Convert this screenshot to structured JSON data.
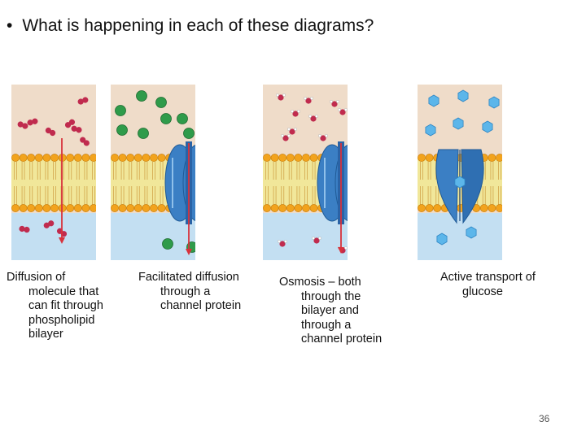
{
  "slide": {
    "bullet": "•",
    "question": "What is happening in each of these diagrams?",
    "page_number": "36"
  },
  "captions": [
    {
      "line1": "Diffusion of",
      "rest": [
        "molecule that",
        "can fit through",
        "phospholipid",
        "bilayer"
      ]
    },
    {
      "line1": "Facilitated diffusion",
      "rest": [
        "through a",
        "channel protein"
      ]
    },
    {
      "line1": "Osmosis – both",
      "rest": [
        "through the",
        "bilayer and",
        "through a",
        "channel protein"
      ]
    },
    {
      "line1": "Active transport of",
      "rest": [
        "glucose"
      ]
    }
  ],
  "colors": {
    "extracellular": "#efdcc9",
    "cytoplasm": "#c3dff2",
    "lipid_head": "#f2a31d",
    "lipid_tail": "#f1e79a",
    "protein": "#3b7fc4",
    "arrow": "#d8323c",
    "small_molecule": "#c02b4e",
    "ion": "#2f9b4a",
    "water": "#c02b4e",
    "glucose": "#5cb6ea"
  },
  "panels": [
    {
      "name": "diffusion-panel",
      "molecule": "small-molecule"
    },
    {
      "name": "facilitated-diffusion-panel",
      "molecule": "ion"
    },
    {
      "name": "osmosis-panel",
      "molecule": "water"
    },
    {
      "name": "active-transport-panel",
      "molecule": "glucose"
    }
  ]
}
